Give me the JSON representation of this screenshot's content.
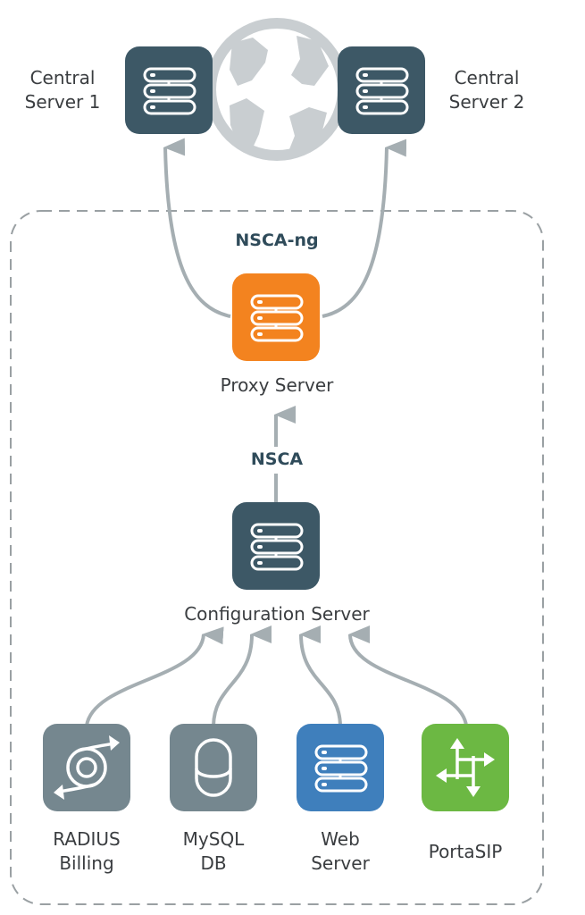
{
  "diagram": {
    "colors": {
      "server_dark": "#3d5866",
      "proxy_orange": "#f3831f",
      "gray_node": "#75878f",
      "web_blue": "#3f7fbc",
      "portasip_green": "#6cb843",
      "arrow_gray": "#a5aeb2",
      "globe_gray": "#c9ced1",
      "dashed_border": "#9aa0a3"
    },
    "central_servers": [
      {
        "id": "central-server-1",
        "label": "Central\nServer 1",
        "icon": "server-icon"
      },
      {
        "id": "central-server-2",
        "label": "Central\nServer 2",
        "icon": "server-icon"
      }
    ],
    "globe": {
      "icon": "globe-icon"
    },
    "protocols": {
      "upper": "NSCA-ng",
      "lower": "NSCA"
    },
    "proxy_server": {
      "label": "Proxy Server",
      "icon": "server-icon"
    },
    "configuration_server": {
      "label": "Configuration Server",
      "icon": "server-icon"
    },
    "sources": [
      {
        "id": "radius-billing",
        "label": "RADIUS\nBilling",
        "icon": "radius-icon"
      },
      {
        "id": "mysql-db",
        "label": "MySQL\nDB",
        "icon": "database-icon"
      },
      {
        "id": "web-server",
        "label": "Web\nServer",
        "icon": "server-icon"
      },
      {
        "id": "portasip",
        "label": "PortaSIP",
        "icon": "arrows-cross-icon"
      }
    ],
    "edges": [
      {
        "from": "proxy-server",
        "to": "central-server-1",
        "protocol": "NSCA-ng"
      },
      {
        "from": "proxy-server",
        "to": "central-server-2",
        "protocol": "NSCA-ng"
      },
      {
        "from": "configuration-server",
        "to": "proxy-server",
        "protocol": "NSCA"
      },
      {
        "from": "radius-billing",
        "to": "configuration-server"
      },
      {
        "from": "mysql-db",
        "to": "configuration-server"
      },
      {
        "from": "web-server",
        "to": "configuration-server"
      },
      {
        "from": "portasip",
        "to": "configuration-server"
      }
    ]
  }
}
